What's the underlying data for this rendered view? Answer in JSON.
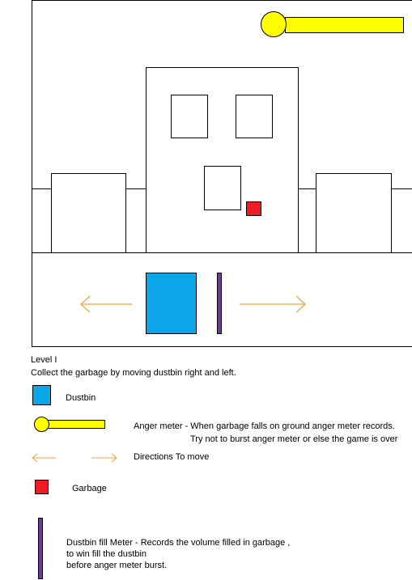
{
  "colors": {
    "dustbin": "#0aa6e8",
    "anger_meter": "#ffff00",
    "garbage": "#ee1c24",
    "fill_meter": "#6a3d9a",
    "arrow": "#f7a23a",
    "outline": "#000000"
  },
  "game": {
    "anger_meter_level": 1.0,
    "fill_meter_level": 1.0
  },
  "legend": {
    "level": "Level I",
    "instruction": "Collect the garbage by moving dustbin right and left.",
    "dustbin_label": "Dustbin",
    "anger_meter_line1": "Anger meter -  When garbage falls on ground anger meter records.",
    "anger_meter_line2": "Try not to burst anger meter or else the game is over",
    "directions_label": "Directions To move",
    "garbage_label": "Garbage",
    "fill_meter_text": "Dustbin fill Meter - Records the volume filled in garbage ,\nto win fill the dustbin\nbefore anger meter burst."
  },
  "icons": {
    "left": "arrow-left-icon",
    "right": "arrow-right-icon"
  }
}
